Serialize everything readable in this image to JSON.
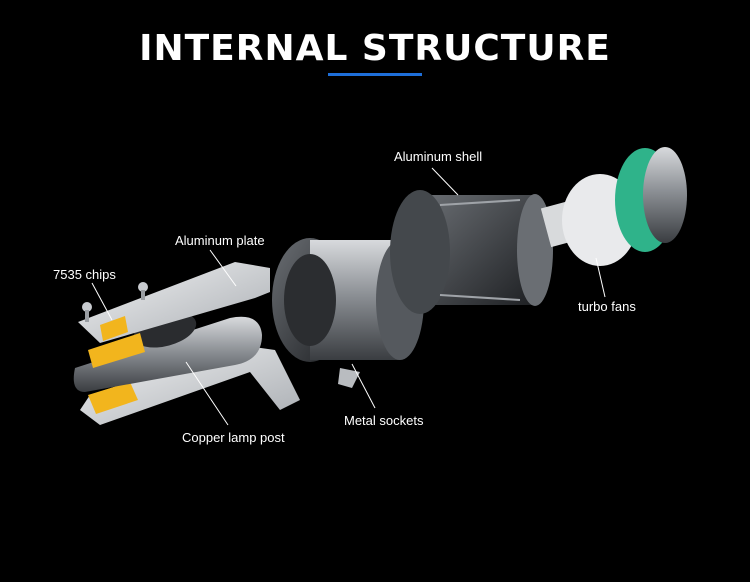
{
  "title": "INTERNAL STRUCTURE",
  "accent_color": "#1e6fd9",
  "labels": {
    "aluminum_shell": "Aluminum shell",
    "aluminum_plate": "Aluminum plate",
    "chips": "7535 chips",
    "turbo_fans": "turbo fans",
    "metal_sockets": "Metal sockets",
    "copper_post": "Copper lamp post"
  }
}
